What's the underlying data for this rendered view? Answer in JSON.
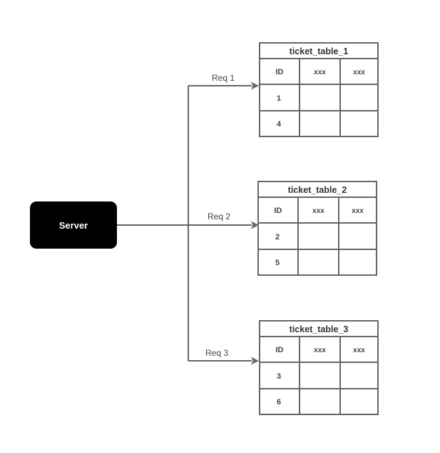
{
  "server": {
    "label": "Server"
  },
  "connections": [
    {
      "label": "Req 1"
    },
    {
      "label": "Req 2"
    },
    {
      "label": "Req 3"
    }
  ],
  "tables": [
    {
      "title": "ticket_table_1",
      "headers": [
        "ID",
        "xxx",
        "xxx"
      ],
      "rows": [
        [
          "1",
          "",
          ""
        ],
        [
          "4",
          "",
          ""
        ]
      ]
    },
    {
      "title": "ticket_table_2",
      "headers": [
        "ID",
        "xxx",
        "xxx"
      ],
      "rows": [
        [
          "2",
          "",
          ""
        ],
        [
          "5",
          "",
          ""
        ]
      ]
    },
    {
      "title": "ticket_table_3",
      "headers": [
        "ID",
        "xxx",
        "xxx"
      ],
      "rows": [
        [
          "3",
          "",
          ""
        ],
        [
          "6",
          "",
          ""
        ]
      ]
    }
  ],
  "colors": {
    "server_fill": "#000000",
    "server_text": "#ffffff",
    "lines": "#666666",
    "text": "#333333"
  }
}
